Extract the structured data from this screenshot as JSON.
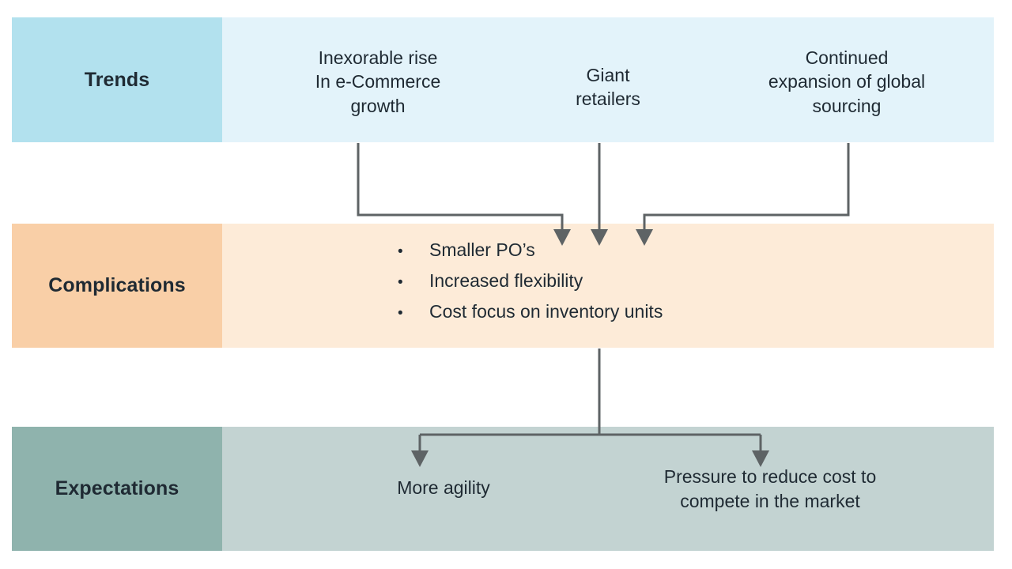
{
  "diagram": {
    "title": "Trends to Expectations cascade",
    "colors": {
      "trends_label_bg": "#b2e1ee",
      "trends_body_bg": "#e3f3fa",
      "complications_label_bg": "#f9cfa7",
      "complications_body_bg": "#fdebd8",
      "expectations_label_bg": "#8fb3ad",
      "expectations_body_bg": "#c3d3d2",
      "text": "#1f2a33",
      "connector": "#5e6365"
    },
    "bands": {
      "trends": {
        "label": "Trends",
        "items": [
          {
            "text": "Inexorable rise\nIn e-Commerce\ngrowth"
          },
          {
            "text": "Giant\nretailers"
          },
          {
            "text": "Continued\nexpansion of global\nsourcing"
          }
        ]
      },
      "complications": {
        "label": "Complications",
        "bullet_glyph": "•",
        "items": [
          {
            "text": "Smaller PO’s"
          },
          {
            "text": "Increased flexibility"
          },
          {
            "text": "Cost focus on inventory units"
          }
        ]
      },
      "expectations": {
        "label": "Expectations",
        "items": [
          {
            "text": "More agility"
          },
          {
            "text": "Pressure to reduce cost to\ncompete in the market"
          }
        ]
      }
    }
  }
}
